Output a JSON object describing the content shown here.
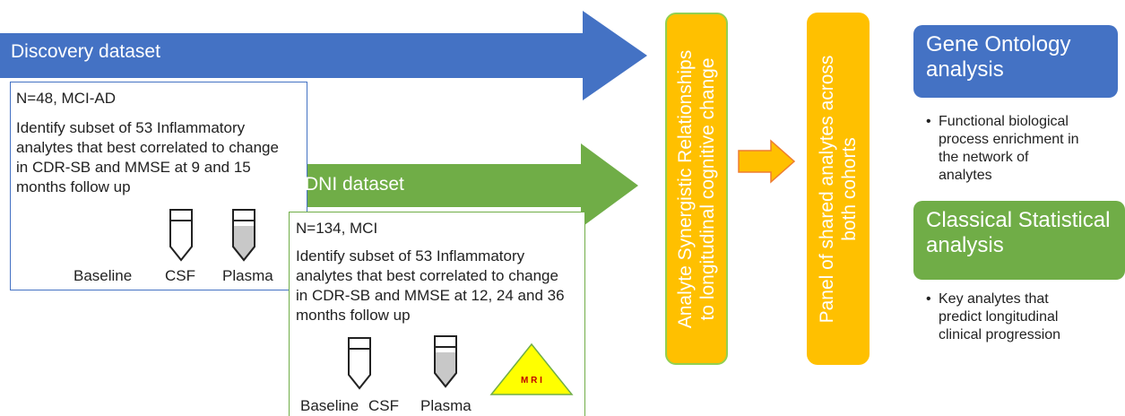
{
  "discovery": {
    "banner": "Discovery dataset",
    "title": "N=48, MCI-AD",
    "description": "Identify subset of 53 Inflammatory analytes that best correlated to change in CDR-SB and MMSE at 9 and 15 months follow up",
    "labels": [
      "Baseline",
      "CSF",
      "Plasma"
    ]
  },
  "adni": {
    "banner": "ADNI dataset",
    "title": "N=134, MCI",
    "description": "Identify subset of 53 Inflammatory analytes that best correlated to change in CDR-SB and MMSE at 12, 24 and 36 months follow up",
    "labels": [
      "Baseline",
      "CSF",
      "Plasma"
    ],
    "mri_label": "M R I"
  },
  "synergy_bar": {
    "line1": "Analyte Synergistic Relationships",
    "line2": "to longitudinal cognitive change"
  },
  "panel_bar": {
    "line1": "Panel of shared analytes across",
    "line2": "both cohorts"
  },
  "go_box": {
    "heading_line1": "Gene Ontology",
    "heading_line2": "analysis",
    "bullet": [
      "Functional biological",
      "process enrichment in",
      "the network of",
      "analytes"
    ]
  },
  "stat_box": {
    "heading_line1": "Classical Statistical",
    "heading_line2": "analysis",
    "bullet": [
      "Key analytes that",
      "predict longitudinal",
      "clinical progression"
    ]
  },
  "colors": {
    "blue": "#4472C4",
    "green": "#70AD47",
    "orange": "#FFC000",
    "yellow": "#FFFF00",
    "bright_green": "#92D050"
  }
}
